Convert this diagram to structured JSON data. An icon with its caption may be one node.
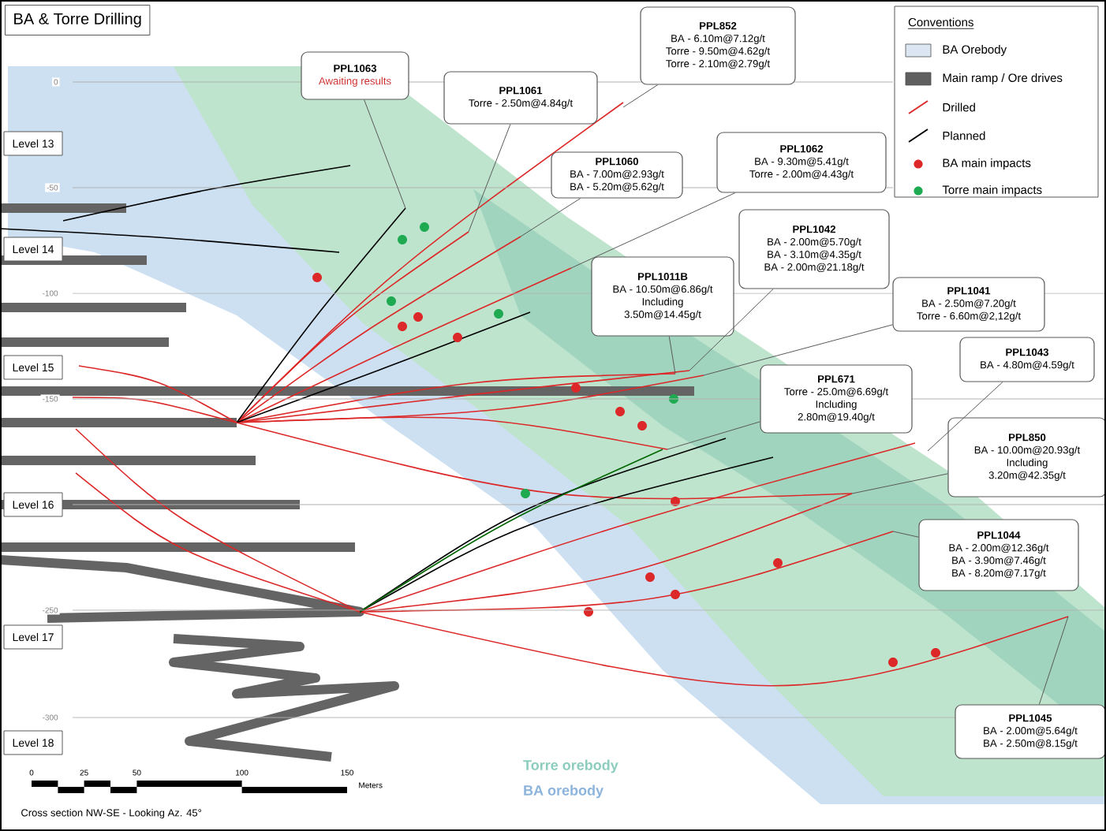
{
  "diagram": {
    "title": "BA & Torre Drilling",
    "nodes": [
      {
        "text": [
          "PPL1063",
          "Awaiting results"
        ]
      },
      {
        "text": [
          "PPL1061",
          "Torre - 2.50m@4.84g/t"
        ]
      },
      {
        "text": [
          "PPL852",
          "BA - 6.10m@7.12g/t",
          "Torre - 9.50m@4.62g/t",
          "Torre - 2.10m@2.79g/t"
        ]
      },
      {
        "text": [
          "PPL1060",
          "BA - 7.00m@2.93g/t",
          "BA - 5.20m@5.62g/t"
        ]
      },
      {
        "text": [
          "PPL1062",
          "BA - 9.30m@5.41g/t",
          "Torre - 2.00m@4.43g/t"
        ]
      },
      {
        "text": [
          "PPL1042",
          "BA - 2.00m@5.70g/t",
          "BA - 3.10m@4.35g/t",
          "BA - 2.00m@21.18g/t"
        ]
      },
      {
        "text": [
          "PPL1011B",
          "BA - 10.50m@6.86g/t",
          "Including",
          "3.50m@14.45g/t"
        ]
      },
      {
        "text": [
          "PPL1041",
          "BA - 2.50m@7.20g/t",
          "Torre - 6.60m@2,12g/t"
        ]
      },
      {
        "text": [
          "PPL1043",
          "BA - 4.80m@4.59g/t"
        ]
      },
      {
        "text": [
          "PPL671",
          "Torre - 25.0m@6.69g/t",
          "Including",
          "2.80m@19.40g/t"
        ]
      },
      {
        "text": [
          "PPL850",
          "BA - 10.00m@20.93g/t",
          "Including",
          "3.20m@42.35g/t"
        ]
      },
      {
        "text": [
          "PPL1044",
          "BA - 2.00m@12.36g/t",
          "BA - 3.90m@7.46g/t",
          "BA - 8.20m@7.17g/t"
        ]
      },
      {
        "text": [
          "PPL1045",
          "BA - 2.00m@5.64g/t",
          "BA - 2.50m@8.15g/t"
        ]
      },
      {
        "text": [
          "Level 13"
        ]
      },
      {
        "text": [
          "Level 14"
        ]
      },
      {
        "text": [
          "Level 15"
        ]
      },
      {
        "text": [
          "Level 16"
        ]
      },
      {
        "text": [
          "Level 17"
        ]
      },
      {
        "text": [
          "Level 18"
        ]
      }
    ],
    "edges": [
      {
        "from": 0,
        "to": null,
        "arrow": "none"
      },
      {
        "from": 1,
        "to": null,
        "arrow": "none"
      },
      {
        "from": 2,
        "to": null,
        "arrow": "none"
      },
      {
        "from": 3,
        "to": null,
        "arrow": "none"
      },
      {
        "from": 4,
        "to": null,
        "arrow": "none"
      },
      {
        "from": 5,
        "to": null,
        "arrow": "none"
      },
      {
        "from": 6,
        "to": null,
        "arrow": "none"
      },
      {
        "from": 7,
        "to": null,
        "arrow": "none"
      },
      {
        "from": 8,
        "to": null,
        "arrow": "none"
      },
      {
        "from": 9,
        "to": null,
        "arrow": "none"
      },
      {
        "from": 10,
        "to": null,
        "arrow": "none"
      },
      {
        "from": 11,
        "to": null,
        "arrow": "none"
      },
      {
        "from": 12,
        "to": null,
        "arrow": "none"
      }
    ],
    "labels": [
      "Conventions",
      "0",
      "-50",
      "-100",
      "-150",
      "-250",
      "-300",
      "Torre orebody",
      "BA orebody",
      "0",
      "25",
      "50",
      "100",
      "150",
      "Meters",
      "Cross section NW-SE - Looking Az. 45°"
    ],
    "legend": [
      {
        "text": "BA Orebody",
        "color": "#dce6f2"
      },
      {
        "text": "Main ramp / Ore drives",
        "color": "#5f5f5f"
      },
      {
        "text": "Drilled"
      },
      {
        "text": "Planned"
      },
      {
        "text": "BA main impacts"
      },
      {
        "text": "Torre main impacts"
      }
    ]
  }
}
